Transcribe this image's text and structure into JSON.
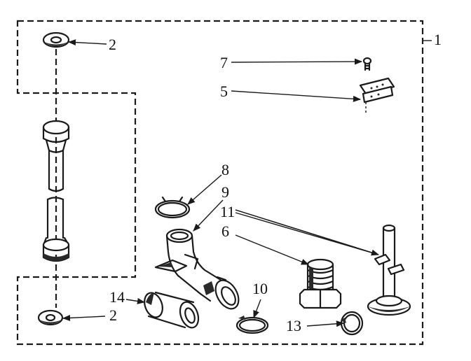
{
  "callouts": {
    "c1": "1",
    "c2_top": "2",
    "c2_bottom": "2",
    "c5": "5",
    "c6": "6",
    "c7": "7",
    "c8": "8",
    "c9": "9",
    "c10": "10",
    "c11": "11",
    "c13": "13",
    "c14": "14"
  },
  "colors": {
    "ink": "#1a1a1a",
    "paper": "#ffffff"
  }
}
